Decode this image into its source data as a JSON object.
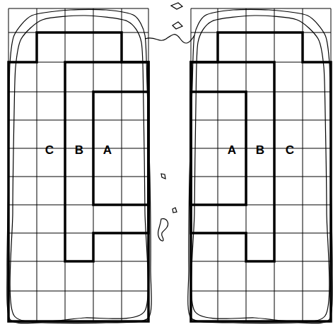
{
  "diagram": {
    "nodes": [
      {
        "text": [
          "C"
        ]
      },
      {
        "text": [
          "B"
        ],
        "in": 0
      },
      {
        "text": [
          "A"
        ],
        "in": 1
      },
      {
        "text": [
          "C"
        ]
      },
      {
        "text": [
          "B"
        ],
        "in": 3
      },
      {
        "text": [
          "A"
        ],
        "in": 4
      }
    ]
  }
}
